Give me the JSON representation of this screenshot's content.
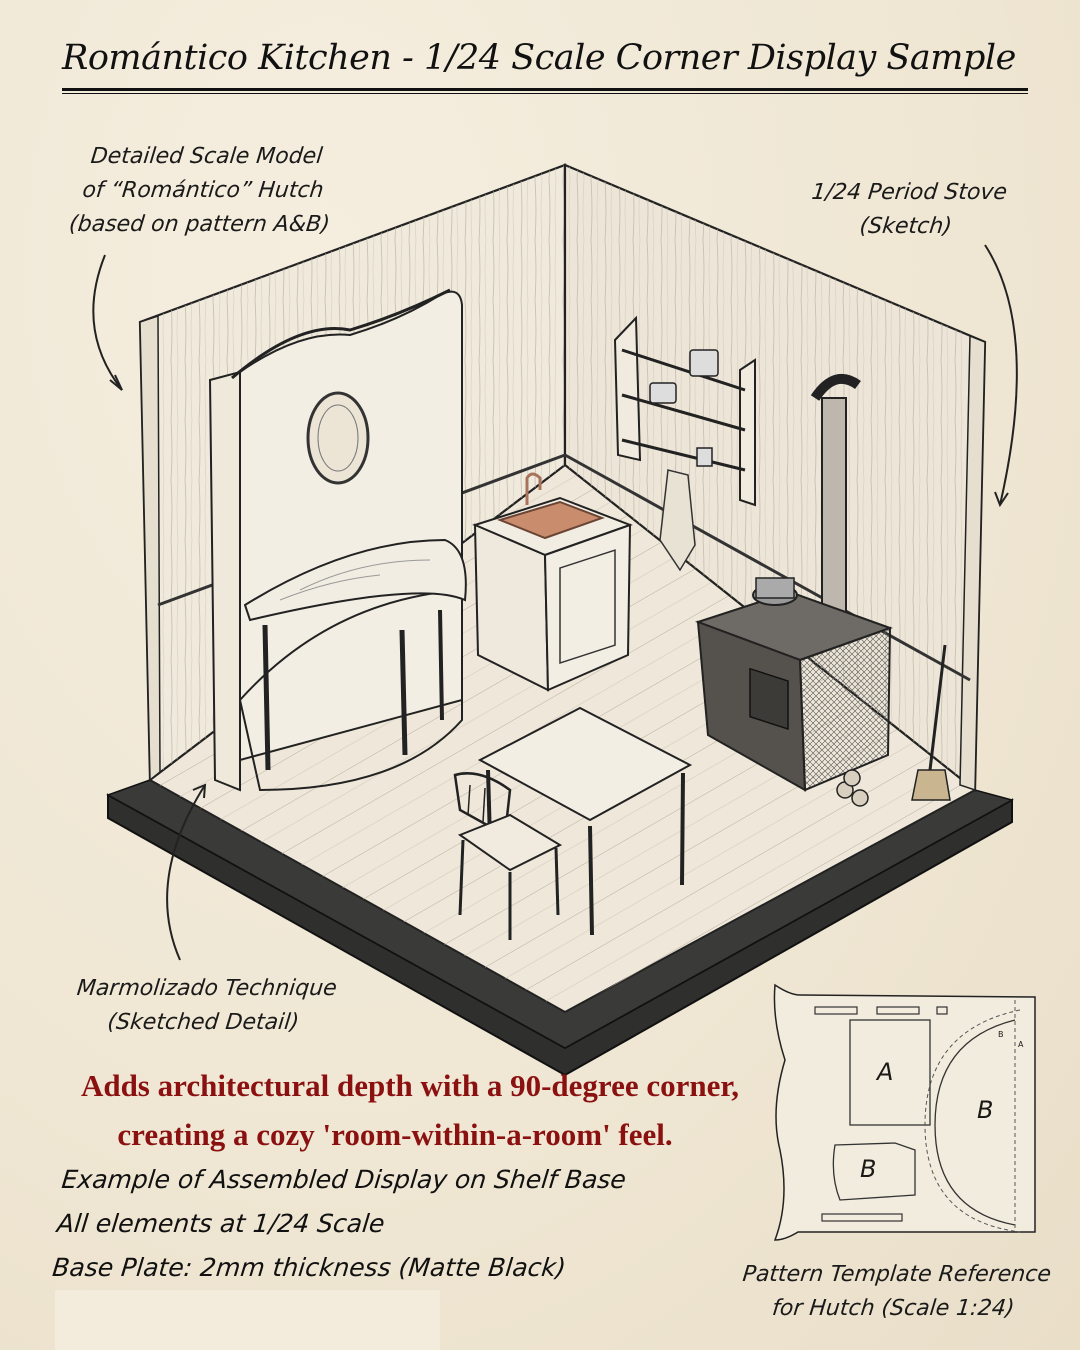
{
  "title": "Romántico Kitchen - 1/24 Scale Corner Display Sample",
  "annotations": {
    "hutch": {
      "lines": [
        "Detailed Scale Model",
        "of “Romántico” Hutch",
        "(based on pattern A&B)"
      ]
    },
    "stove": {
      "lines": [
        "1/24 Period Stove",
        "(Sketch)"
      ]
    },
    "marmolizado": {
      "lines": [
        "Marmolizado Technique",
        "(Sketched Detail)"
      ]
    },
    "pattern": {
      "lines": [
        "Pattern Template Reference",
        "for Hutch (Scale 1:24)"
      ],
      "piece_labels": [
        "A",
        "B",
        "B",
        "B",
        "A"
      ]
    }
  },
  "highlight": {
    "line1": "Adds architectural depth with a 90-degree corner,",
    "line2": "creating a cozy 'room-within-a-room' feel.",
    "color": "#8b1111"
  },
  "details": [
    "Example of Assembled Display on Shelf Base",
    "All elements at 1/24 Scale",
    "Base Plate: 2mm thickness (Matte Black)"
  ],
  "colors": {
    "paper": "#f1e9d8",
    "ink": "#1c1a17",
    "base_plate": "#2f2f2d",
    "copper_sink": "#c98d6e"
  }
}
